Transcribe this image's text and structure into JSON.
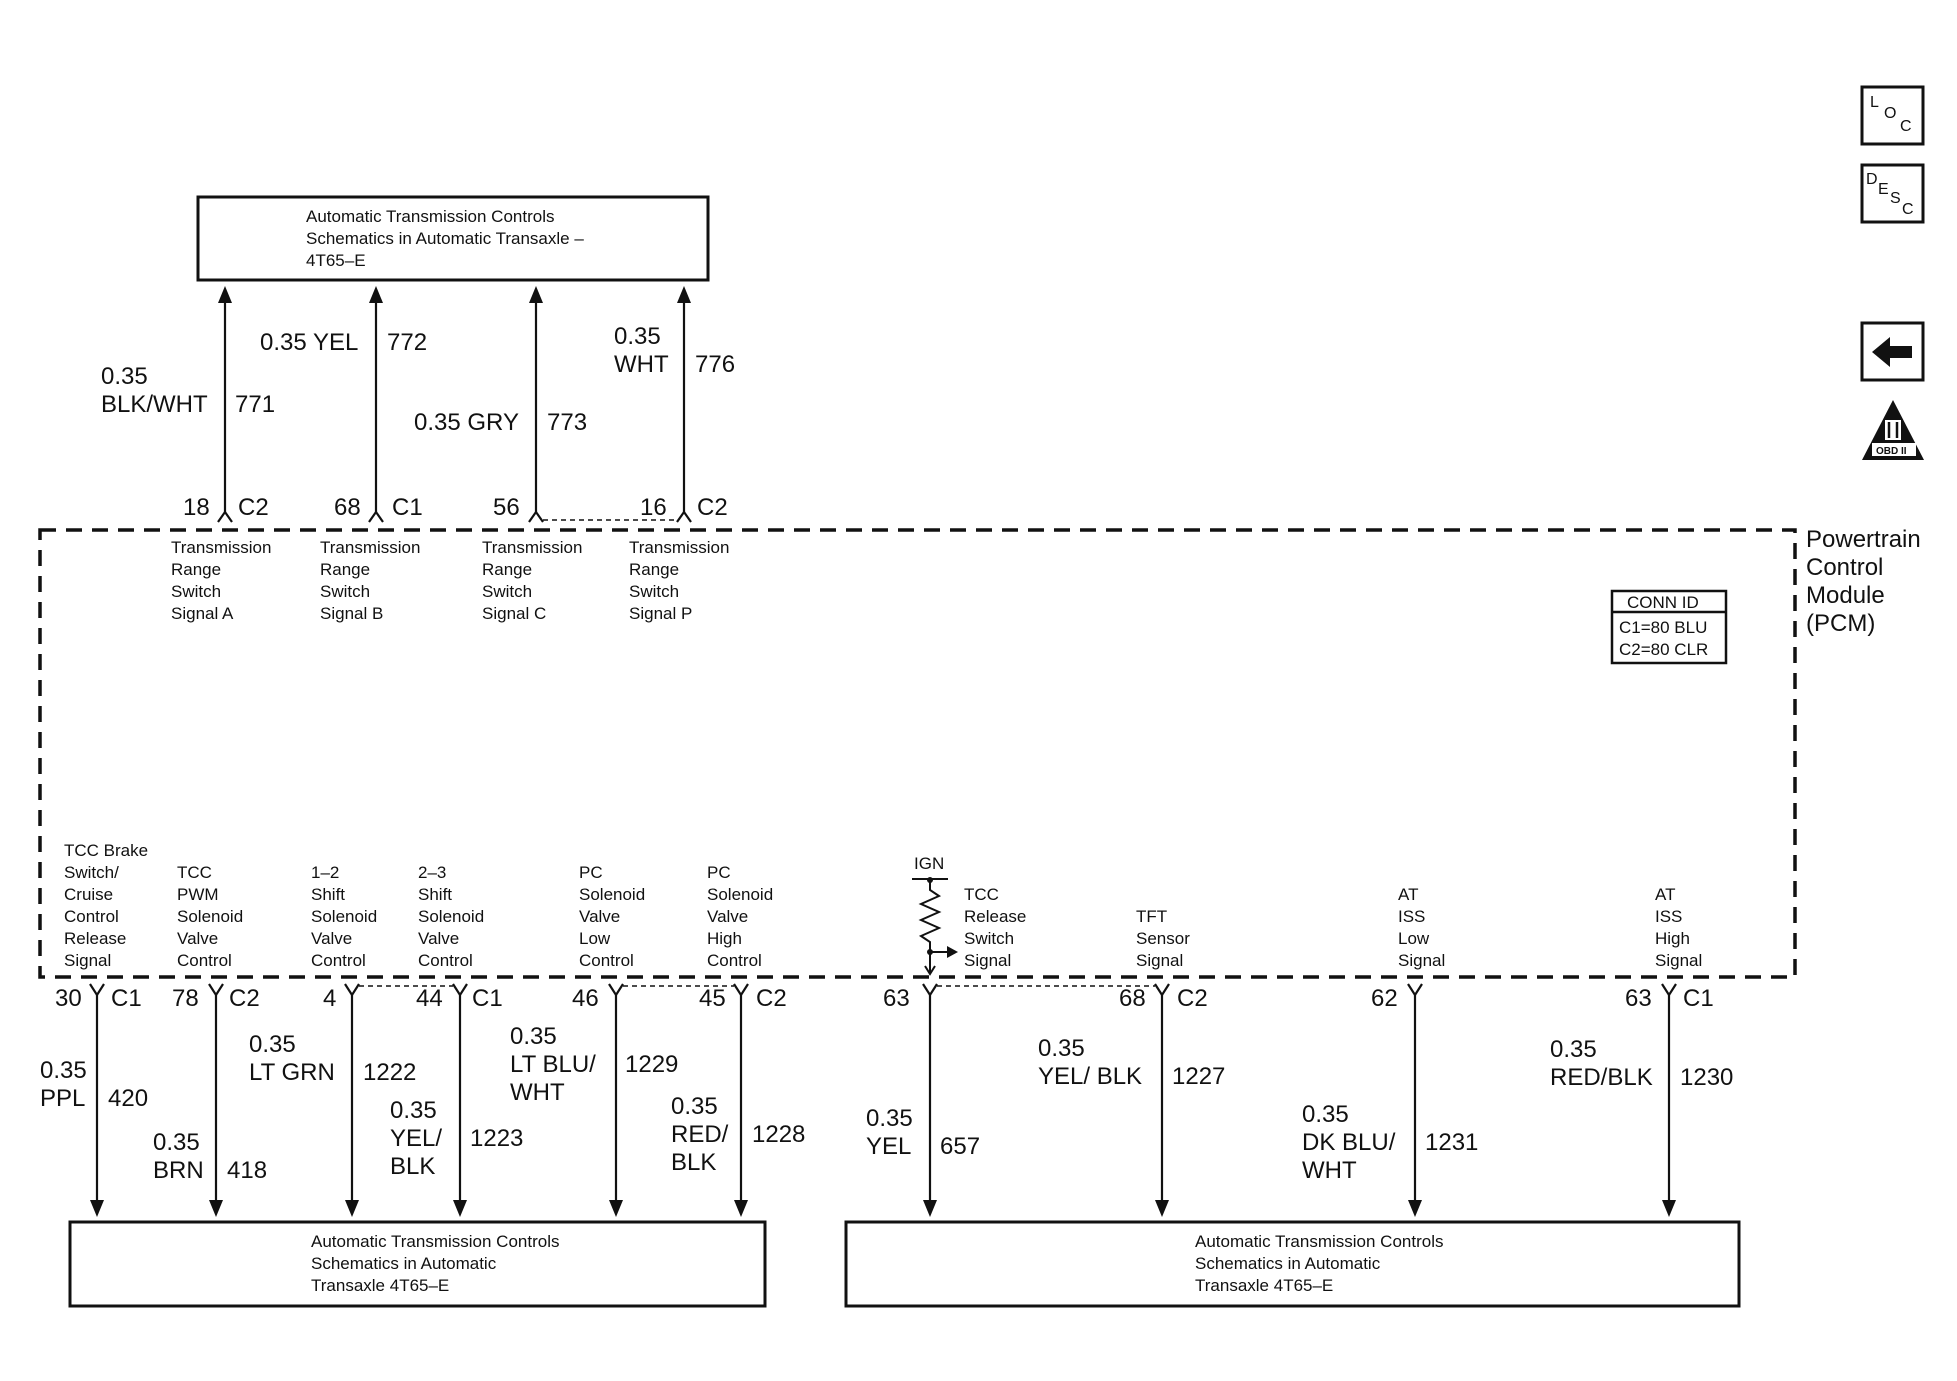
{
  "top_box": {
    "lines": [
      "Automatic Transmission Controls",
      "Schematics in Automatic Transaxle –",
      "4T65–E"
    ]
  },
  "bottom_left_box": {
    "lines": [
      "Automatic Transmission Controls",
      "Schematics in Automatic",
      "Transaxle 4T65–E"
    ]
  },
  "bottom_right_box": {
    "lines": [
      "Automatic Transmission Controls",
      "Schematics in Automatic",
      "Transaxle 4T65–E"
    ]
  },
  "pcm": {
    "name_lines": [
      "Powertrain",
      "Control",
      "Module",
      "(PCM)"
    ]
  },
  "conn_id": {
    "title": "CONN ID",
    "c1": "C1=80 BLU",
    "c2": "C2=80 CLR"
  },
  "ign_label": "IGN",
  "top_circuits": [
    {
      "wire_lines": [
        "0.35",
        "BLK/WHT"
      ],
      "circuit": "771",
      "pin": "18",
      "conn": "C2",
      "func_lines": [
        "Transmission",
        "Range",
        "Switch",
        "Signal A"
      ]
    },
    {
      "wire_lines": [
        "0.35 YEL"
      ],
      "circuit": "772",
      "pin": "68",
      "conn": "C1",
      "func_lines": [
        "Transmission",
        "Range",
        "Switch",
        "Signal B"
      ]
    },
    {
      "wire_lines": [
        "0.35 GRY"
      ],
      "circuit": "773",
      "pin": "56",
      "conn": "",
      "func_lines": [
        "Transmission",
        "Range",
        "Switch",
        "Signal C"
      ]
    },
    {
      "wire_lines": [
        "0.35",
        "WHT"
      ],
      "circuit": "776",
      "pin": "16",
      "conn": "C2",
      "func_lines": [
        "Transmission",
        "Range",
        "Switch",
        "Signal P"
      ]
    }
  ],
  "bottom_circuits": [
    {
      "pin": "30",
      "conn": "C1",
      "wire_lines": [
        "0.35",
        "PPL"
      ],
      "circuit": "420",
      "func_lines": [
        "TCC Brake",
        "Switch/",
        "Cruise",
        "Control",
        "Release",
        "Signal"
      ]
    },
    {
      "pin": "78",
      "conn": "C2",
      "wire_lines": [
        "0.35",
        "BRN"
      ],
      "circuit": "418",
      "func_lines": [
        "TCC",
        "PWM",
        "Solenoid",
        "Valve",
        "Control"
      ]
    },
    {
      "pin": "4",
      "conn": "",
      "wire_lines": [
        "0.35",
        "LT GRN"
      ],
      "circuit": "1222",
      "func_lines": [
        "1–2",
        "Shift",
        "Solenoid",
        "Valve",
        "Control"
      ]
    },
    {
      "pin": "44",
      "conn": "C1",
      "wire_lines": [
        "0.35",
        "YEL/",
        "BLK"
      ],
      "circuit": "1223",
      "func_lines": [
        "2–3",
        "Shift",
        "Solenoid",
        "Valve",
        "Control"
      ]
    },
    {
      "pin": "46",
      "conn": "",
      "wire_lines": [
        "0.35",
        "LT BLU/",
        "WHT"
      ],
      "circuit": "1229",
      "func_lines": [
        "PC",
        "Solenoid",
        "Valve",
        "Low",
        "Control"
      ]
    },
    {
      "pin": "45",
      "conn": "C2",
      "wire_lines": [
        "0.35",
        "RED/",
        "BLK"
      ],
      "circuit": "1228",
      "func_lines": [
        "PC",
        "Solenoid",
        "Valve",
        "High",
        "Control"
      ]
    },
    {
      "pin": "63",
      "conn": "",
      "wire_lines": [
        "0.35",
        "YEL"
      ],
      "circuit": "657",
      "func_lines": [
        "TCC",
        "Release",
        "Switch",
        "Signal"
      ]
    },
    {
      "pin": "68",
      "conn": "C2",
      "wire_lines": [
        "0.35",
        "YEL/ BLK"
      ],
      "circuit": "1227",
      "func_lines": [
        "TFT",
        "Sensor",
        "Signal"
      ]
    },
    {
      "pin": "62",
      "conn": "",
      "wire_lines": [
        "0.35",
        "DK BLU/",
        "WHT"
      ],
      "circuit": "1231",
      "func_lines": [
        "AT",
        "ISS",
        "Low",
        "Signal"
      ]
    },
    {
      "pin": "63",
      "conn": "C1",
      "wire_lines": [
        "0.35",
        "RED/BLK"
      ],
      "circuit": "1230",
      "func_lines": [
        "AT",
        "ISS",
        "High",
        "Signal"
      ]
    }
  ],
  "side_icons": [
    {
      "name": "loc-icon",
      "glyph": "LOC"
    },
    {
      "name": "desc-icon",
      "glyph": "DESC"
    },
    {
      "name": "back-arrow-icon",
      "glyph": "←"
    },
    {
      "name": "obd-ii-icon",
      "glyph": "OBD II"
    }
  ]
}
